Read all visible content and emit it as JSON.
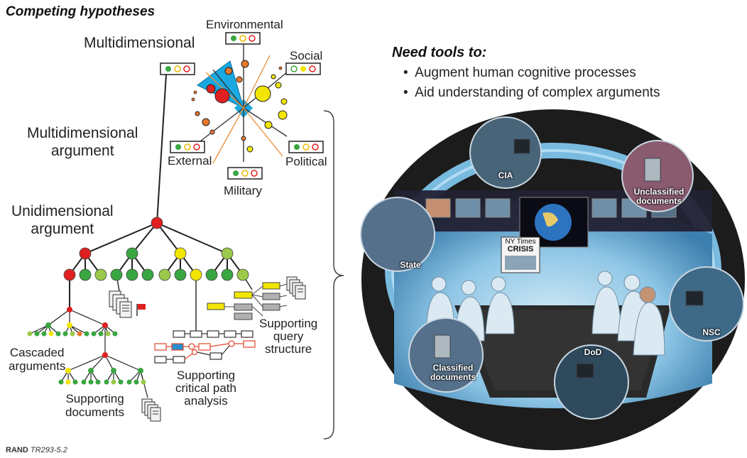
{
  "heading": "Competing hypotheses",
  "multidimensional": "Multidimensional",
  "dimensions": {
    "environmental": "Environmental",
    "social": "Social",
    "external": "External",
    "political": "Political",
    "military": "Military"
  },
  "multi_argument": [
    "Multidimensional",
    "argument"
  ],
  "uni_argument": [
    "Unidimensional",
    "argument"
  ],
  "cascaded": [
    "Cascaded",
    "arguments"
  ],
  "supporting_documents": [
    "Supporting",
    "documents"
  ],
  "critical_path": [
    "Supporting",
    "critical path",
    "analysis"
  ],
  "query_structure": [
    "Supporting",
    "query",
    "structure"
  ],
  "need_tools": {
    "title": "Need tools to:",
    "items": [
      "Augment human cognitive processes",
      "Aid understanding of complex arguments"
    ]
  },
  "room": {
    "cia": "CIA",
    "unclassified": [
      "Unclassified",
      "documents"
    ],
    "state": "State",
    "nsc": "NSC",
    "dod": "DoD",
    "classified": [
      "Classified",
      "documents"
    ],
    "nytimes": [
      "NY Times",
      "CRISIS"
    ]
  },
  "credit": {
    "org": "RAND",
    "code": "TR293-5.2"
  },
  "colors": {
    "red": "#e02020",
    "green": "#3aa641",
    "yellow": "#f2e600",
    "lightgreen": "#9cc94a",
    "orange": "#e7782a",
    "cyan": "#1aa8e0",
    "room_dark": "#1c1c1c",
    "room_floor": "#9fd0ec"
  }
}
